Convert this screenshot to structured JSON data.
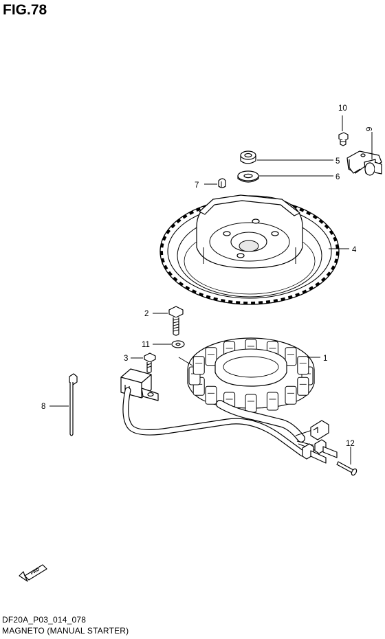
{
  "figure": {
    "title": "FIG.78",
    "code": "DF20A_P03_014_078",
    "name": "MAGNETO (MANUAL STARTER)"
  },
  "callouts": [
    {
      "id": "1",
      "label": "1"
    },
    {
      "id": "2",
      "label": "2"
    },
    {
      "id": "3",
      "label": "3"
    },
    {
      "id": "4",
      "label": "4"
    },
    {
      "id": "5",
      "label": "5"
    },
    {
      "id": "6",
      "label": "6"
    },
    {
      "id": "7",
      "label": "7"
    },
    {
      "id": "8",
      "label": "8"
    },
    {
      "id": "9",
      "label": "9"
    },
    {
      "id": "10",
      "label": "10"
    },
    {
      "id": "11",
      "label": "11"
    },
    {
      "id": "12",
      "label": "12"
    }
  ],
  "fwd_marker": {
    "label": "FWD",
    "icon": "fwd-arrow-icon"
  }
}
